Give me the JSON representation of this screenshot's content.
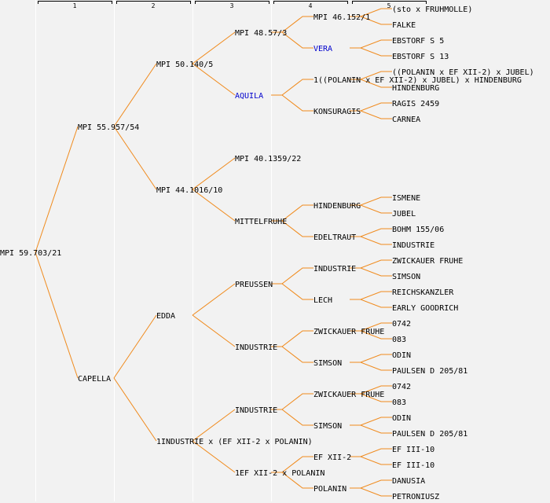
{
  "colors": {
    "background": "#f2f2f2",
    "branch": "#f08a1c",
    "text": "#000000",
    "highlight_text": "#0000cc",
    "separator": "#ffffff",
    "bracket": "#000000"
  },
  "generation_headers": [
    "1",
    "2",
    "3",
    "4",
    "5"
  ],
  "tree": {
    "label": "MPI 59.703/21",
    "children": [
      {
        "label": "MPI 55.957/54",
        "children": [
          {
            "label": "MPI 50.140/5",
            "children": [
              {
                "label": "MPI 48.57/3",
                "children": [
                  {
                    "label": "MPI 46.152/1",
                    "children": [
                      {
                        "label": "(sto x FRUHMOLLE)"
                      },
                      {
                        "label": "FALKE"
                      }
                    ]
                  },
                  {
                    "label": "VERA",
                    "highlight": true,
                    "children": [
                      {
                        "label": "EBSTORF S 5"
                      },
                      {
                        "label": "EBSTORF S 13"
                      }
                    ]
                  }
                ]
              },
              {
                "label": "AQUILA",
                "highlight": true,
                "children": [
                  {
                    "label": "1((POLANIN x EF XII-2) x JUBEL) x HINDENBURG",
                    "children": [
                      {
                        "label": "((POLANIN x EF XII-2) x JUBEL)"
                      },
                      {
                        "label": "HINDENBURG"
                      }
                    ]
                  },
                  {
                    "label": "KONSURAGIS",
                    "children": [
                      {
                        "label": "RAGIS 2459"
                      },
                      {
                        "label": "CARNEA"
                      }
                    ]
                  }
                ]
              }
            ]
          },
          {
            "label": "MPI 44.1016/10",
            "children": [
              {
                "label": "MPI 40.1359/22",
                "children": []
              },
              {
                "label": "MITTELFRUHE",
                "children": [
                  {
                    "label": "HINDENBURG",
                    "children": [
                      {
                        "label": "ISMENE"
                      },
                      {
                        "label": "JUBEL"
                      }
                    ]
                  },
                  {
                    "label": "EDELTRAUT",
                    "children": [
                      {
                        "label": "BOHM 155/06"
                      },
                      {
                        "label": "INDUSTRIE"
                      }
                    ]
                  }
                ]
              }
            ]
          }
        ]
      },
      {
        "label": "CAPELLA",
        "children": [
          {
            "label": "EDDA",
            "children": [
              {
                "label": "PREUSSEN",
                "children": [
                  {
                    "label": "INDUSTRIE",
                    "children": [
                      {
                        "label": "ZWICKAUER FRUHE"
                      },
                      {
                        "label": "SIMSON"
                      }
                    ]
                  },
                  {
                    "label": "LECH",
                    "children": [
                      {
                        "label": "REICHSKANZLER"
                      },
                      {
                        "label": "EARLY GOODRICH"
                      }
                    ]
                  }
                ]
              },
              {
                "label": "INDUSTRIE",
                "children": [
                  {
                    "label": "ZWICKAUER FRUHE",
                    "children": [
                      {
                        "label": "0742"
                      },
                      {
                        "label": "083"
                      }
                    ]
                  },
                  {
                    "label": "SIMSON",
                    "children": [
                      {
                        "label": "ODIN"
                      },
                      {
                        "label": "PAULSEN D 205/81"
                      }
                    ]
                  }
                ]
              }
            ]
          },
          {
            "label": "1INDUSTRIE x (EF XII-2 x POLANIN)",
            "children": [
              {
                "label": "INDUSTRIE",
                "children": [
                  {
                    "label": "ZWICKAUER FRUHE",
                    "children": [
                      {
                        "label": "0742"
                      },
                      {
                        "label": "083"
                      }
                    ]
                  },
                  {
                    "label": "SIMSON",
                    "children": [
                      {
                        "label": "ODIN"
                      },
                      {
                        "label": "PAULSEN D 205/81"
                      }
                    ]
                  }
                ]
              },
              {
                "label": "1EF XII-2 x POLANIN",
                "children": [
                  {
                    "label": "EF XII-2",
                    "children": [
                      {
                        "label": "EF III-10"
                      },
                      {
                        "label": "EF III-10"
                      }
                    ]
                  },
                  {
                    "label": "POLANIN",
                    "children": [
                      {
                        "label": "DANUSIA"
                      },
                      {
                        "label": "PETRONIUSZ"
                      }
                    ]
                  }
                ]
              }
            ]
          }
        ]
      }
    ]
  }
}
